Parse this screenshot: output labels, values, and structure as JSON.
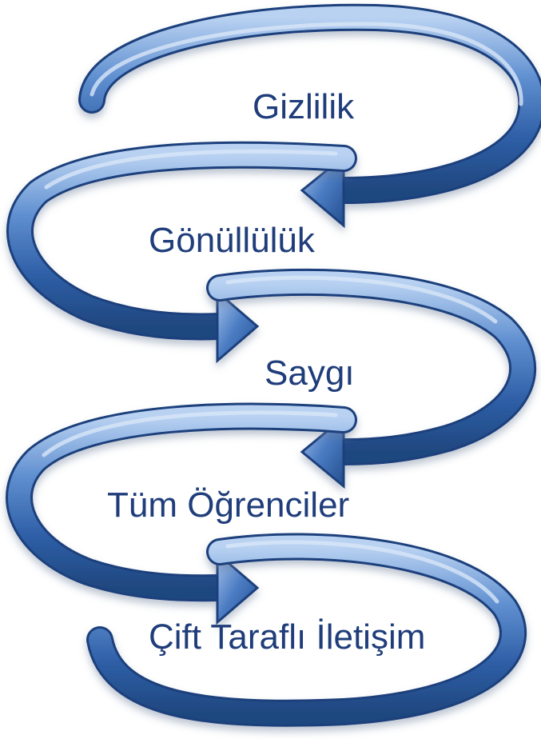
{
  "steps": [
    {
      "label": "Gizlilik"
    },
    {
      "label": "Gönüllülük"
    },
    {
      "label": "Saygı"
    },
    {
      "label": "Tüm Öğrenciler"
    },
    {
      "label": "Çift Taraflı İletişim"
    }
  ],
  "colors": {
    "arrow_dark": "#2f5fa8",
    "arrow_light": "#a9c6ec",
    "arrow_edge": "#1c3f7c",
    "text": "#1f3d7a"
  }
}
